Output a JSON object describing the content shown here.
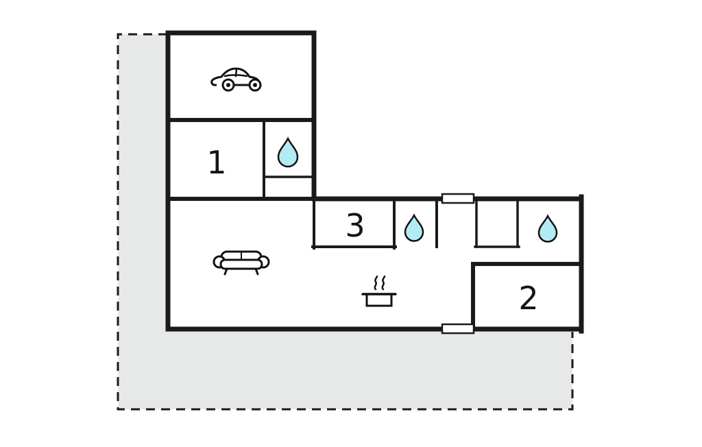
{
  "plan": {
    "rooms": [
      {
        "id": "room-1",
        "label": "1"
      },
      {
        "id": "room-2",
        "label": "2"
      },
      {
        "id": "room-3",
        "label": "3"
      }
    ],
    "icons": [
      {
        "name": "car-icon"
      },
      {
        "name": "sofa-icon"
      },
      {
        "name": "cooking-pot-icon"
      },
      {
        "name": "water-drop-icon",
        "count": 3
      }
    ],
    "features": {
      "windows": 2,
      "boundary_style": "dashed"
    }
  },
  "colors": {
    "wall": "#1a1a1a",
    "plot_fill": "#e7e9e8",
    "water_drop": "#b3ebf4",
    "building_fill": "#ffffff",
    "background": "#ffffff"
  }
}
